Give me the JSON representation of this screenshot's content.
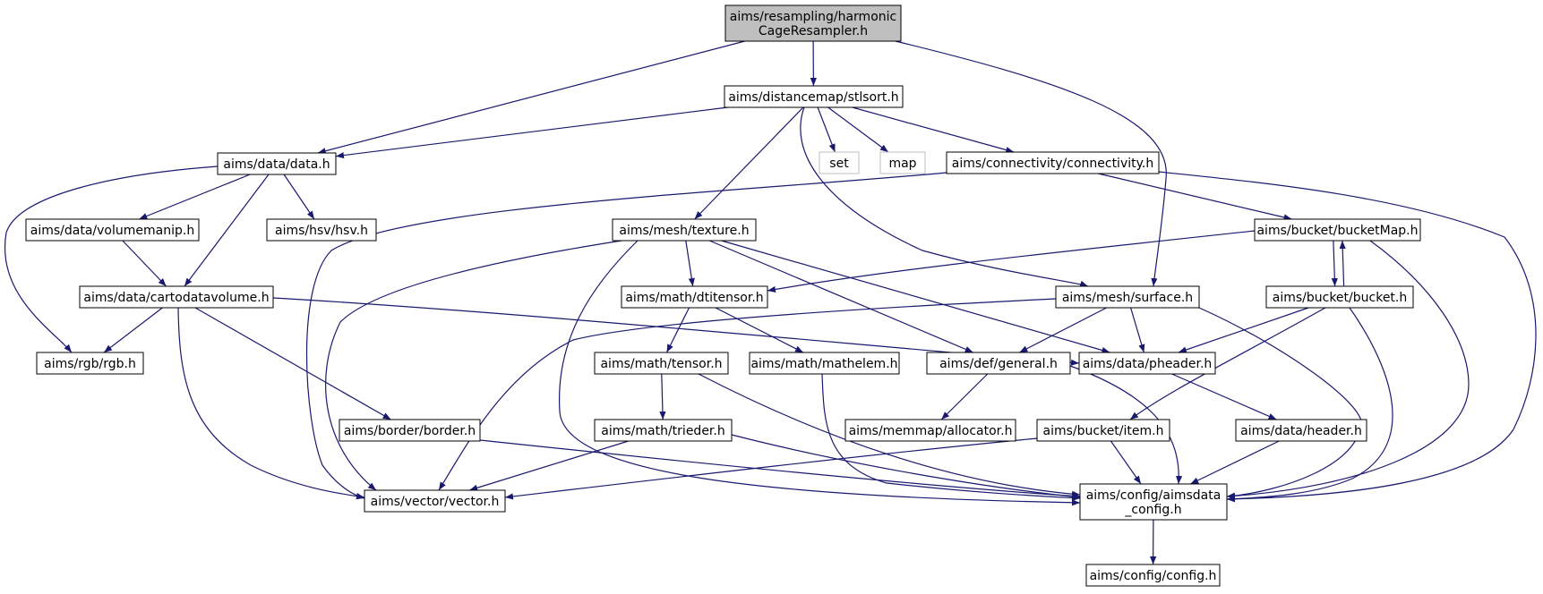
{
  "diagram": {
    "type": "include-dependency-graph",
    "colors": {
      "edge": "#191970",
      "root_fill": "#bfbfbf",
      "node_fill": "#ffffff",
      "external_border": "#bfbfbf"
    },
    "nodes": {
      "harmonic": {
        "lines": [
          "aims/resampling/harmonic",
          "CageResampler.h"
        ],
        "kind": "root"
      },
      "stlsort": {
        "lines": [
          "aims/distancemap/stlsort.h"
        ],
        "kind": "file"
      },
      "data": {
        "lines": [
          "aims/data/data.h"
        ],
        "kind": "file"
      },
      "set": {
        "lines": [
          "set"
        ],
        "kind": "external"
      },
      "map": {
        "lines": [
          "map"
        ],
        "kind": "external"
      },
      "connectivity": {
        "lines": [
          "aims/connectivity/connectivity.h"
        ],
        "kind": "file"
      },
      "volumemanip": {
        "lines": [
          "aims/data/volumemanip.h"
        ],
        "kind": "file"
      },
      "hsv": {
        "lines": [
          "aims/hsv/hsv.h"
        ],
        "kind": "file"
      },
      "texture": {
        "lines": [
          "aims/mesh/texture.h"
        ],
        "kind": "file"
      },
      "bucketmap": {
        "lines": [
          "aims/bucket/bucketMap.h"
        ],
        "kind": "file"
      },
      "cartodatavolume": {
        "lines": [
          "aims/data/cartodatavolume.h"
        ],
        "kind": "file"
      },
      "dtitensor": {
        "lines": [
          "aims/math/dtitensor.h"
        ],
        "kind": "file"
      },
      "surface": {
        "lines": [
          "aims/mesh/surface.h"
        ],
        "kind": "file"
      },
      "bucket": {
        "lines": [
          "aims/bucket/bucket.h"
        ],
        "kind": "file"
      },
      "rgb": {
        "lines": [
          "aims/rgb/rgb.h"
        ],
        "kind": "file"
      },
      "tensor": {
        "lines": [
          "aims/math/tensor.h"
        ],
        "kind": "file"
      },
      "mathelem": {
        "lines": [
          "aims/math/mathelem.h"
        ],
        "kind": "file"
      },
      "general": {
        "lines": [
          "aims/def/general.h"
        ],
        "kind": "file"
      },
      "pheader": {
        "lines": [
          "aims/data/pheader.h"
        ],
        "kind": "file"
      },
      "border": {
        "lines": [
          "aims/border/border.h"
        ],
        "kind": "file"
      },
      "trieder": {
        "lines": [
          "aims/math/trieder.h"
        ],
        "kind": "file"
      },
      "allocator": {
        "lines": [
          "aims/memmap/allocator.h"
        ],
        "kind": "file"
      },
      "item": {
        "lines": [
          "aims/bucket/item.h"
        ],
        "kind": "file"
      },
      "header": {
        "lines": [
          "aims/data/header.h"
        ],
        "kind": "file"
      },
      "vector": {
        "lines": [
          "aims/vector/vector.h"
        ],
        "kind": "file"
      },
      "aimsdata_config": {
        "lines": [
          "aims/config/aimsdata",
          "_config.h"
        ],
        "kind": "file"
      },
      "config": {
        "lines": [
          "aims/config/config.h"
        ],
        "kind": "file"
      }
    },
    "edges": [
      [
        "harmonic",
        "stlsort"
      ],
      [
        "harmonic",
        "data"
      ],
      [
        "harmonic",
        "surface"
      ],
      [
        "stlsort",
        "data"
      ],
      [
        "stlsort",
        "set"
      ],
      [
        "stlsort",
        "map"
      ],
      [
        "stlsort",
        "connectivity"
      ],
      [
        "stlsort",
        "texture"
      ],
      [
        "stlsort",
        "surface"
      ],
      [
        "data",
        "volumemanip"
      ],
      [
        "data",
        "hsv"
      ],
      [
        "data",
        "cartodatavolume"
      ],
      [
        "data",
        "rgb"
      ],
      [
        "connectivity",
        "bucketmap"
      ],
      [
        "connectivity",
        "vector"
      ],
      [
        "connectivity",
        "aimsdata_config"
      ],
      [
        "volumemanip",
        "cartodatavolume"
      ],
      [
        "texture",
        "dtitensor"
      ],
      [
        "texture",
        "general"
      ],
      [
        "texture",
        "pheader"
      ],
      [
        "texture",
        "vector"
      ],
      [
        "texture",
        "aimsdata_config"
      ],
      [
        "bucketmap",
        "bucket"
      ],
      [
        "bucket",
        "bucketmap"
      ],
      [
        "bucketmap",
        "dtitensor"
      ],
      [
        "bucketmap",
        "aimsdata_config"
      ],
      [
        "cartodatavolume",
        "rgb"
      ],
      [
        "cartodatavolume",
        "border"
      ],
      [
        "cartodatavolume",
        "vector"
      ],
      [
        "cartodatavolume",
        "pheader"
      ],
      [
        "dtitensor",
        "tensor"
      ],
      [
        "dtitensor",
        "mathelem"
      ],
      [
        "surface",
        "general"
      ],
      [
        "surface",
        "pheader"
      ],
      [
        "surface",
        "vector"
      ],
      [
        "surface",
        "aimsdata_config"
      ],
      [
        "bucket",
        "pheader"
      ],
      [
        "bucket",
        "item"
      ],
      [
        "bucket",
        "aimsdata_config"
      ],
      [
        "tensor",
        "trieder"
      ],
      [
        "tensor",
        "aimsdata_config"
      ],
      [
        "mathelem",
        "aimsdata_config"
      ],
      [
        "general",
        "allocator"
      ],
      [
        "general",
        "aimsdata_config"
      ],
      [
        "pheader",
        "header"
      ],
      [
        "border",
        "aimsdata_config"
      ],
      [
        "trieder",
        "vector"
      ],
      [
        "trieder",
        "aimsdata_config"
      ],
      [
        "item",
        "vector"
      ],
      [
        "item",
        "aimsdata_config"
      ],
      [
        "header",
        "aimsdata_config"
      ],
      [
        "aimsdata_config",
        "config"
      ]
    ]
  }
}
